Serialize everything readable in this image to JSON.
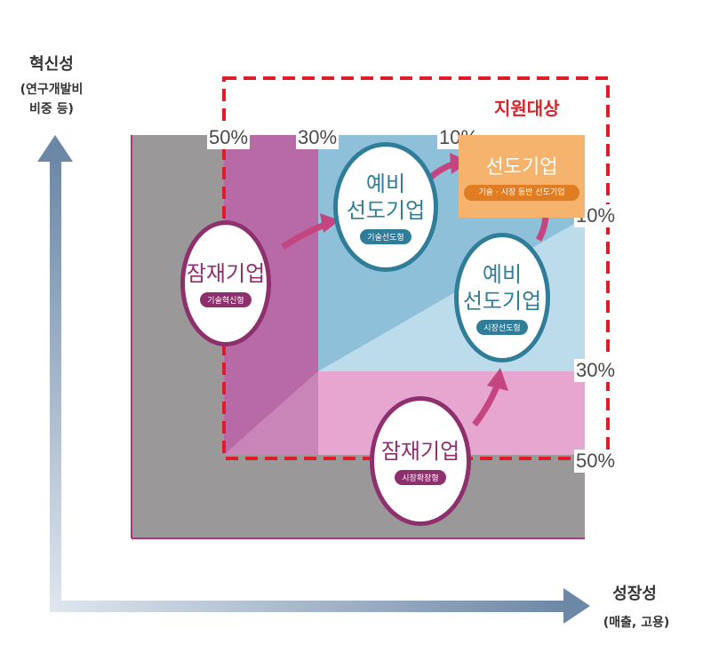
{
  "y_axis": {
    "title": "혁신성",
    "subtitle_line1": "(연구개발비",
    "subtitle_line2": "비중 등)"
  },
  "x_axis": {
    "title": "성장성",
    "subtitle": "(매출, 고용)"
  },
  "target_label": "지원대상",
  "top_percent_labels": [
    "50%",
    "30%",
    "10%"
  ],
  "right_percent_labels": [
    "10%",
    "30%",
    "50%"
  ],
  "circles": {
    "potential_tech": {
      "title": "잠재기업",
      "badge": "기술혁신형"
    },
    "pre_leading_tech": {
      "title": "예비\n선도기업",
      "badge": "기술선도형"
    },
    "pre_leading_market": {
      "title": "예비\n선도기업",
      "badge": "시장선도형"
    },
    "potential_market": {
      "title": "잠재기업",
      "badge": "시장확장형"
    }
  },
  "leader": {
    "title": "선도기업",
    "badge": "기술 · 시장 동반 선도기업"
  },
  "colors": {
    "gray": "#9a9899",
    "magenta": "#b86aa7",
    "pink_light": "#e6a6cf",
    "blue_mid": "#8fc0d9",
    "blue_light": "#bcdcec",
    "orange": "#f5b36d",
    "dashed_red": "#e01b2a",
    "axis": "#7b93ad"
  }
}
